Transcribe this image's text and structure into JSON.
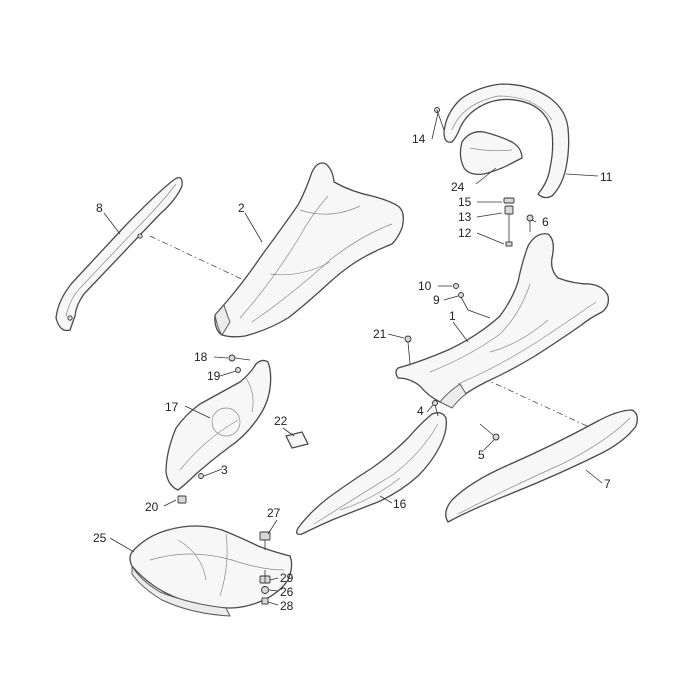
{
  "callouts": [
    "1",
    "2",
    "3",
    "4",
    "5",
    "6",
    "7",
    "8",
    "9",
    "10",
    "11",
    "12",
    "13",
    "14",
    "15",
    "16",
    "17",
    "18",
    "19",
    "20",
    "21",
    "22",
    "24",
    "25",
    "26",
    "27",
    "28",
    "29"
  ],
  "colors": {
    "line": "#4a4a4a",
    "fill": "#f7f7f7",
    "text": "#222222"
  }
}
